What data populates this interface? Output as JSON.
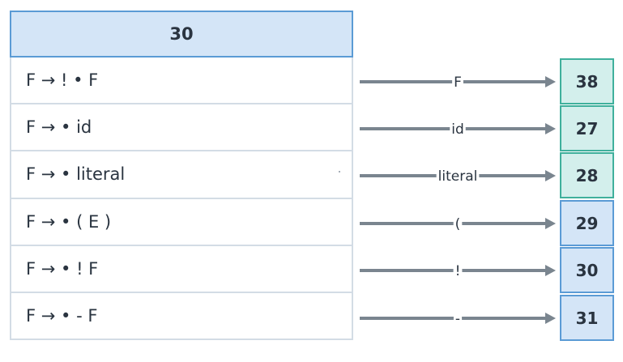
{
  "state": {
    "title": "30",
    "items": [
      {
        "text": "F → ! • F"
      },
      {
        "text": "F → • id"
      },
      {
        "text": "F → • literal"
      },
      {
        "text": "F → • ( E )"
      },
      {
        "text": "F → • ! F"
      },
      {
        "text": "F → • - F"
      }
    ]
  },
  "transitions": [
    {
      "symbol": "F",
      "target": "38",
      "kind": "green"
    },
    {
      "symbol": "id",
      "target": "27",
      "kind": "green"
    },
    {
      "symbol": "literal",
      "target": "28",
      "kind": "green"
    },
    {
      "symbol": "(",
      "target": "29",
      "kind": "blue"
    },
    {
      "symbol": "!",
      "target": "30",
      "kind": "blue"
    },
    {
      "symbol": "-",
      "target": "31",
      "kind": "blue"
    }
  ],
  "colors": {
    "state_fill": "#d4e5f7",
    "state_border": "#5b9bd5",
    "green_fill": "#d3efec",
    "green_border": "#3fb09c",
    "arrow": "#7a858f"
  }
}
